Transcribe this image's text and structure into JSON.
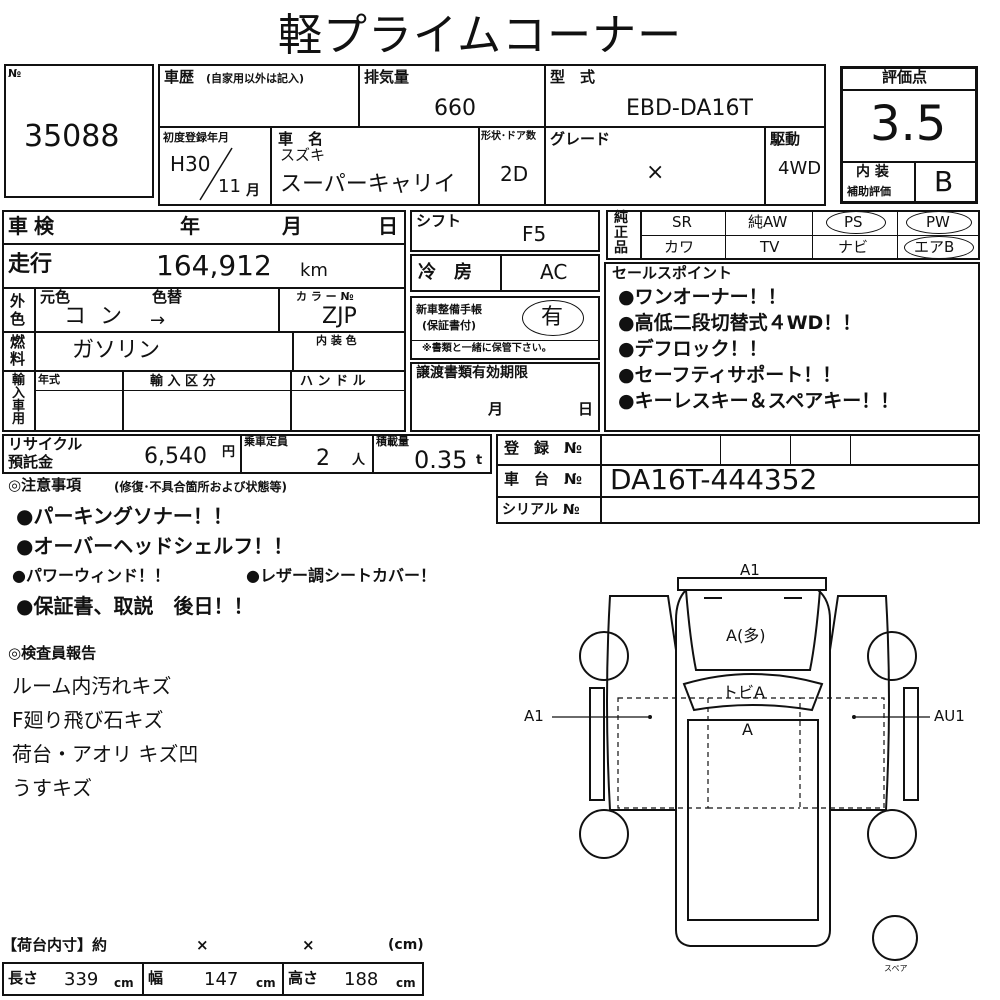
{
  "title": "軽プライムコーナー",
  "lot": {
    "no_label": "№",
    "number": "35088"
  },
  "history": {
    "label": "車歴",
    "note": "(自家用以外は記入)",
    "value": ""
  },
  "displacement": {
    "label": "排気量",
    "value": "660"
  },
  "model": {
    "label": "型　式",
    "value": "EBD-DA16T"
  },
  "score": {
    "label": "評価点",
    "value": "3.5",
    "interior_label_1": "内 装",
    "interior_label_2": "補助評価",
    "interior_value": "B"
  },
  "first_reg": {
    "label": "初度登録年月",
    "year": "H30",
    "month": "11",
    "month_unit": "月"
  },
  "car_name": {
    "label": "車　名",
    "maker": "スズキ",
    "name": "スーパーキャリイ"
  },
  "doors": {
    "label": "形状･ドア数",
    "value": "2D"
  },
  "grade": {
    "label": "グレード",
    "value": "×"
  },
  "drive": {
    "label": "駆動",
    "value": "4WD"
  },
  "shaken": {
    "label": "車検",
    "year": "年",
    "month": "月",
    "day": "日"
  },
  "shift": {
    "label": "シフト",
    "value": "F5"
  },
  "mileage": {
    "label": "走行",
    "value": "164,912",
    "unit": "km"
  },
  "ac": {
    "label": "冷　房",
    "value": "AC"
  },
  "color": {
    "side_label": "外色",
    "orig_label": "元色",
    "orig_value": "コン",
    "change_label": "色替",
    "change_value": "→",
    "code_label": "カ ラ ー №",
    "code_value": "ZJP",
    "interior_color_label": "内 装 色"
  },
  "fuel": {
    "label": "燃料",
    "value": "ガソリン"
  },
  "maintenance": {
    "label_1": "新車整備手帳",
    "label_2": "(保証書付)",
    "value": "有",
    "note": "※書類と一緒に保管下さい。"
  },
  "import": {
    "side_label": "輸入車用",
    "year_label": "年式",
    "kind_label": "輸 入 区 分",
    "handle_label": "ハ ン ド ル"
  },
  "transfer": {
    "label": "譲渡書類有効期限",
    "month": "月",
    "day": "日"
  },
  "equipment": {
    "side_label": "純正品",
    "row1": [
      "SR",
      "純AW",
      "PS",
      "PW"
    ],
    "row2": [
      "カワ",
      "TV",
      "ナビ",
      "エアB"
    ]
  },
  "sales": {
    "label": "セールスポイント",
    "points": [
      "●ワンオーナー！！",
      "●高低二段切替式４WD！！",
      "●デフロック！！",
      "●セーフティサポート！！",
      "●キーレスキー＆スペアキー！！"
    ]
  },
  "recycle": {
    "label_1": "リサイクル",
    "label_2": "預託金",
    "value": "6,540",
    "unit": "円"
  },
  "capacity": {
    "label": "乗車定員",
    "value": "2",
    "unit": "人"
  },
  "load": {
    "label": "積載量",
    "value": "0.35",
    "unit": "t"
  },
  "registration": {
    "label": "登　録　№",
    "value": ""
  },
  "chassis": {
    "label": "車　台　№",
    "value": "DA16T-444352"
  },
  "serial": {
    "label": "シリアル №",
    "value": ""
  },
  "notes": {
    "label": "◎注意事項",
    "sub": "(修復･不具合箇所および状態等)",
    "items": [
      "●パーキングソナー！！",
      "●オーバーヘッドシェルフ！！",
      "●パワーウィンド！！",
      "●レザー調シートカバー！",
      "●保証書、取説　後日！！"
    ]
  },
  "inspector": {
    "label": "◎検査員報告",
    "items": [
      "ルーム内汚れキズ",
      "F廻り飛び石キズ",
      "荷台・アオリ キズ凹",
      "うすキズ"
    ]
  },
  "diagram": {
    "front": "A1",
    "hood": "A(多)",
    "windshield": "トビA",
    "roof": "A",
    "left": "A1",
    "right": "AU1",
    "spare": "スペア"
  },
  "cargo": {
    "label": "【荷台内寸】約",
    "x1": "×",
    "x2": "×",
    "unit_label": "(cm)",
    "length_label": "長さ",
    "length": "339",
    "width_label": "幅",
    "width": "147",
    "height_label": "高さ",
    "height": "188",
    "unit": "cm"
  }
}
